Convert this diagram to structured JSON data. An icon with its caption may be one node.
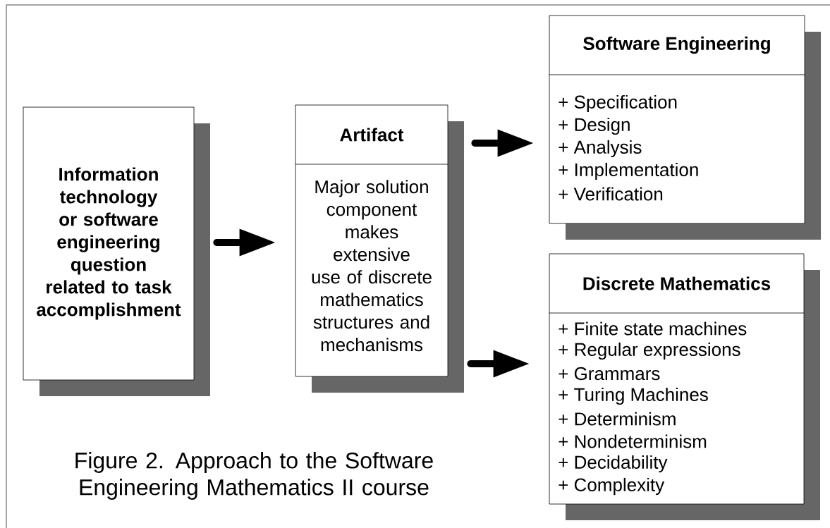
{
  "diagram": {
    "caption": "Figure 2. Approach to the Software Engineering Mathematics II course",
    "nodes": [
      {
        "text": [
          "Information technology or software engineering question related to task accomplishment"
        ]
      },
      {
        "text": [
          "Artifact",
          "Major solution component makes extensive use of discrete mathematics structures and mechanisms"
        ]
      },
      {
        "text": [
          "Software Engineering",
          "+ Specification",
          "+ Design",
          "+ Analysis",
          "+ Implementation",
          "+ Verification"
        ]
      },
      {
        "text": [
          "Discrete Mathematics",
          "+ Finite state machines",
          "+ Regular expressions",
          "+ Grammars",
          "+ Turing Machines",
          "+ Determinism",
          "+ Nondeterminism",
          "+ Decidability",
          "+ Complexity"
        ]
      }
    ],
    "edges": [
      {
        "from": 0,
        "to": 1,
        "arrow": "to"
      },
      {
        "from": 1,
        "to": 2,
        "arrow": "to"
      },
      {
        "from": 1,
        "to": 3,
        "arrow": "to"
      }
    ]
  }
}
